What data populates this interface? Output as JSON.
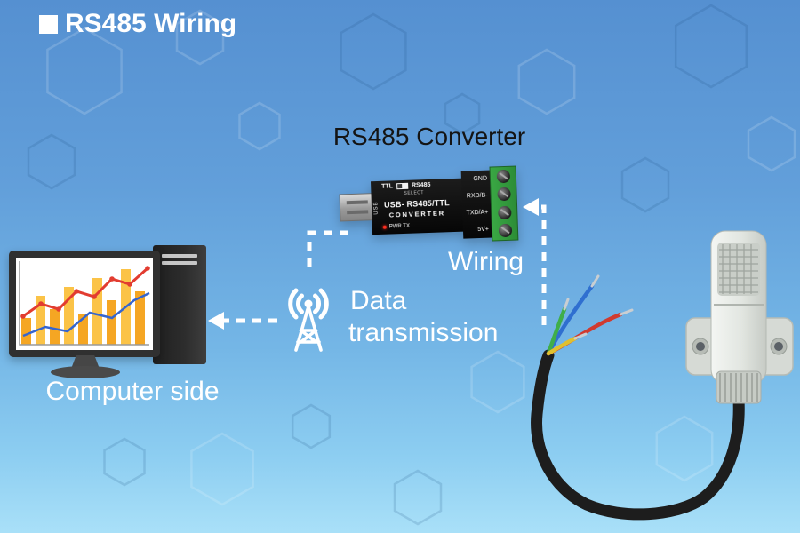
{
  "header": {
    "title": "RS485 Wiring"
  },
  "labels": {
    "converter": "RS485 Converter",
    "computer": "Computer side",
    "wiring": "Wiring",
    "data_line1": "Data",
    "data_line2": "transmission"
  },
  "converter": {
    "usb_label": "USB",
    "ttl_label": "TTL",
    "select_label": "SELECT",
    "rs485_label": "RS485",
    "name_line1": "USB- RS485/TTL",
    "name_line2": "CONVERTER",
    "status_label": "PWR TX",
    "pins": [
      "GND",
      "RXD/B-",
      "TXD/A+",
      "5V+"
    ]
  },
  "colors": {
    "bg_top": "#5590d1",
    "bg_bottom": "#a9e0f8",
    "terminal_green": "#2f9e3a",
    "wire_blue": "#2f6fd0",
    "wire_green": "#3fae4a",
    "wire_red": "#d03a2f",
    "wire_yellow": "#e0c02f",
    "arrow_white": "#ffffff"
  }
}
